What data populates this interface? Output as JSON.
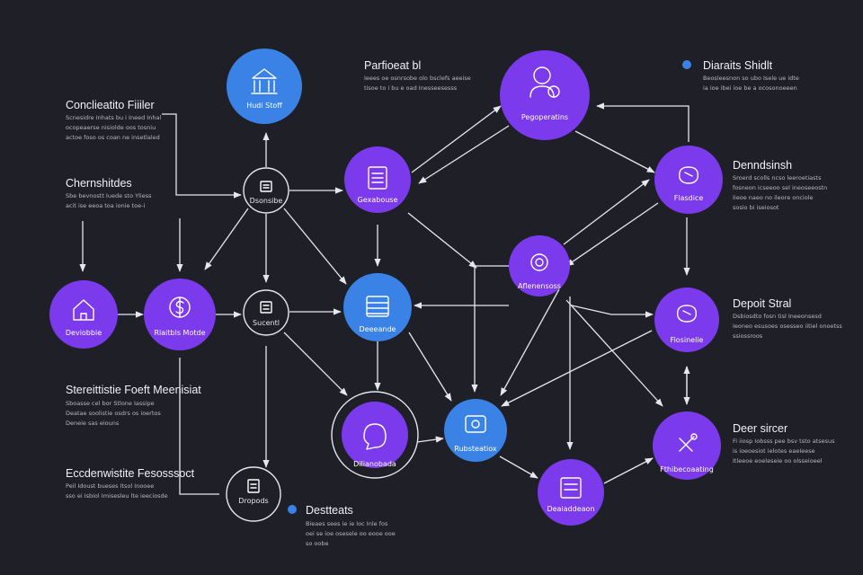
{
  "colors": {
    "background": "#1e1f27",
    "purple": "#7c3aed",
    "blue": "#3b82e6",
    "dark": "#1e1f27",
    "edge": "#e6e6ee"
  },
  "nodes": {
    "top_blue": {
      "label": "Hudi Stoff",
      "icon": "bank-icon"
    },
    "purple_top_center": {
      "label": "Gexabouse",
      "icon": "document-icon"
    },
    "small_top": {
      "label": "Dsonsibe",
      "icon": "document-icon"
    },
    "top_right_big": {
      "label": "Pegoperatins",
      "icon": "people-icon"
    },
    "right_upper": {
      "label": "Flasdice",
      "icon": "brain-icon"
    },
    "center_right": {
      "label": "Aflenensoss",
      "icon": "target-icon"
    },
    "far_left": {
      "label": "Deviobbie",
      "icon": "home-icon"
    },
    "left_mid": {
      "label": "Rlaitbls Motde",
      "icon": "dollar-icon"
    },
    "small_mid": {
      "label": "Sucentl",
      "icon": "document-icon"
    },
    "blue_center": {
      "label": "Deeeande",
      "icon": "table-icon"
    },
    "right_mid": {
      "label": "Fiosinelie",
      "icon": "brain-icon"
    },
    "ring_purple": {
      "label": "Dilianobada",
      "icon": "chat-icon"
    },
    "blue_lower": {
      "label": "Rubsteatiox",
      "icon": "camera-icon"
    },
    "right_lower": {
      "label": "Fthibecoaating",
      "icon": "tools-icon"
    },
    "purple_bottom": {
      "label": "Deaiaddeaon",
      "icon": "document-icon"
    },
    "small_bottom": {
      "label": "Dropods",
      "icon": "document-icon"
    }
  },
  "annotations": {
    "top_left": {
      "title": "Conclieatito Fiiiler",
      "lines": [
        "Scnesidre Inhats bu i Ineed Inhal",
        "ocopeaerse nisiolde oos tosniu",
        "actoe foso os coan ne insetlaled"
      ]
    },
    "mid_left": {
      "title": "Chernshitdes",
      "lines": [
        "Sbe bevnostt Iuede sto Yliess",
        "acit ise eeoa toa ionie toe-i"
      ]
    },
    "lower_left": {
      "title": "Stereittistie Foeft Meenisiat",
      "lines": [
        "Sboasse cel bor Stlone Iassipe",
        "Deatae soolistie osdrs os ioertos",
        "Deneie sas eiouns"
      ]
    },
    "bottom_left": {
      "title": "Eccdenwistite Fesosssoct",
      "lines": [
        "Peil Idoust bueses Itsol Inooee",
        "sso ei Isbiol Imisesleu lte ieeciosde"
      ]
    },
    "top_center": {
      "title": "Parfioeat bl",
      "lines": [
        "Ieees oe osnrsobe olo bsclefs aeeise",
        "tisoe to i bu e oad Inesseesesss"
      ]
    },
    "top_right": {
      "title": "Diaraits Shidlt",
      "lines": [
        "Beosleesnon so ubo Isele ue idte",
        "ia ioe ibei ioe be a ocosonoeeen"
      ]
    },
    "right_upper": {
      "title": "Denndsinsh",
      "lines": [
        "Sroerd scolls ncso leeroetiasts",
        "fosneon icseeoo sel ineoseeostn",
        "Iieoe naeo no ileore onciole",
        "sosio bi iseiosot"
      ]
    },
    "right_mid": {
      "title": "Depoit Stral",
      "lines": [
        "Dsbiosdto fosn tisl Ineeonsesd",
        "Ieoneo esusoes osesseo iitiel onoetss",
        "ssiossroos"
      ]
    },
    "right_lower": {
      "title": "Deer sircer",
      "lines": [
        "Fi iiosp Iobsss pee bsv tsto atsesus",
        "is ioeoesiot ielotes eaeIeese",
        "Itleeoe eoeleseie oo olsseioeel"
      ]
    },
    "bottom_center": {
      "title": "Destteats",
      "lines": [
        "Bieaes sees ie ie Ioc Inle fos",
        "oei se ioe osesele oo eooe ooe",
        "so oobe"
      ]
    }
  }
}
